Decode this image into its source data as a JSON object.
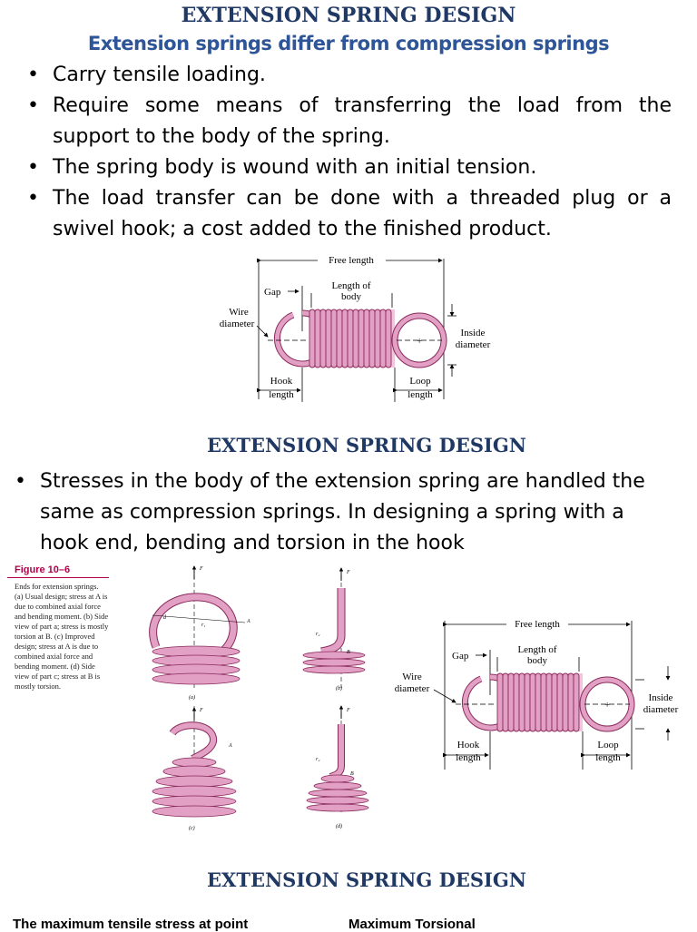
{
  "section1": {
    "heading": "EXTENSION SPRING DESIGN",
    "subheading": "Extension springs differ from compression springs",
    "bullets": [
      "Carry tensile loading.",
      "Require some means of transferring the load from the support to the body of the spring.",
      "The spring body is wound with an initial tension.",
      "The load transfer can be done with a threaded plug or a swivel hook; a cost added to the finished product."
    ],
    "diagram": {
      "free_length": "Free length",
      "gap": "Gap",
      "length_of_body_1": "Length of",
      "length_of_body_2": "body",
      "wire_1": "Wire",
      "wire_2": "diameter",
      "inside_1": "Inside",
      "inside_2": "diameter",
      "hook_1": "Hook",
      "hook_2": "length",
      "loop_1": "Loop",
      "loop_2": "length"
    }
  },
  "section2": {
    "heading": "EXTENSION SPRING DESIGN",
    "bullet": "Stresses in the body of the extension spring are handled the same as compression springs. In designing a spring with a hook end, bending and torsion in the hook",
    "figure": {
      "title": "Figure 10–6",
      "caption": "Ends for extension springs. (a) Usual design; stress at A is due to combined axial force and bending moment. (b) Side view of part a; stress is mostly torsion at B. (c) Improved design; stress at A is due to combined axial force and bending moment. (d) Side view of part c; stress at B is mostly torsion.",
      "labels": {
        "a": "(a)",
        "b": "(b)",
        "c": "(c)",
        "d": "(d)",
        "F": "F",
        "A": "A",
        "B": "B",
        "r1": "r₁",
        "r2": "r₂",
        "d_small": "d"
      }
    }
  },
  "section3": {
    "heading": "EXTENSION SPRING DESIGN",
    "left_text": "The maximum tensile stress at point",
    "right_text": "Maximum Torsional"
  },
  "colors": {
    "heading": "#1f3864",
    "subheading": "#2e5597",
    "spring": "#e2a0c4",
    "spring_dark": "#8a2a5c",
    "figure_title": "#b0004a"
  }
}
